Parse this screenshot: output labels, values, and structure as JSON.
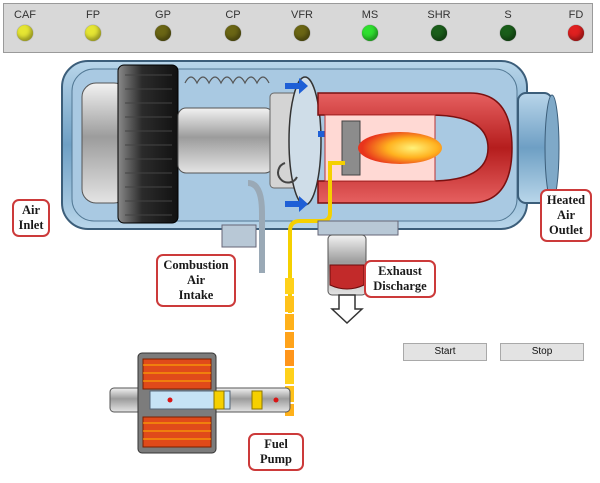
{
  "indicators": [
    {
      "label": "CAF",
      "color": "#e6e633"
    },
    {
      "label": "FP",
      "color": "#e6e633"
    },
    {
      "label": "GP",
      "color": "#6b6614"
    },
    {
      "label": "CP",
      "color": "#6b6614"
    },
    {
      "label": "VFR",
      "color": "#6b6614"
    },
    {
      "label": "MS",
      "color": "#2fe02f"
    },
    {
      "label": "SHR",
      "color": "#1a5e1a"
    },
    {
      "label": "S",
      "color": "#1a5e1a"
    },
    {
      "label": "FD",
      "color": "#e02020"
    }
  ],
  "callouts": {
    "air_inlet": "Air\nInlet",
    "heated_air_outlet": "Heated\nAir\nOutlet",
    "combustion_air_intake": "Combustion\nAir\nIntake",
    "exhaust_discharge": "Exhaust\nDischarge",
    "fuel_pump": "Fuel\nPump"
  },
  "controls": {
    "start_label": "Start",
    "stop_label": "Stop"
  }
}
